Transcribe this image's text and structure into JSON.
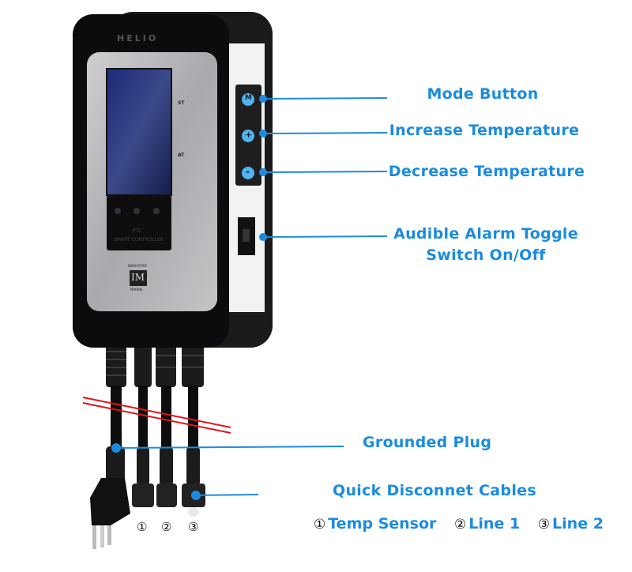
{
  "device": {
    "brand": "HELIO",
    "side_labels": [
      "ST",
      "AT"
    ],
    "panel_text": [
      "PTC",
      "SMART CONTROLLER"
    ],
    "logo": {
      "top": "INNOVATIVE",
      "mark": "IM",
      "bottom": "MARINE"
    },
    "buttons": [
      "M",
      "+",
      "-"
    ]
  },
  "callouts": {
    "mode": "Mode Button",
    "increase": "Increase Temperature",
    "decrease": "Decrease Temperature",
    "alarm_line1": "Audible Alarm Toggle",
    "alarm_line2": "Switch On/Off",
    "plug": "Grounded Plug",
    "cables": "Quick Disconnet Cables"
  },
  "cable_numbers": [
    "①",
    "②",
    "③"
  ],
  "legend": [
    {
      "num": "①",
      "label": "Temp Sensor"
    },
    {
      "num": "②",
      "label": "Line 1"
    },
    {
      "num": "③",
      "label": "Line 2"
    }
  ],
  "colors": {
    "accent": "#1b8be0",
    "cut_line": "#e0151b"
  }
}
